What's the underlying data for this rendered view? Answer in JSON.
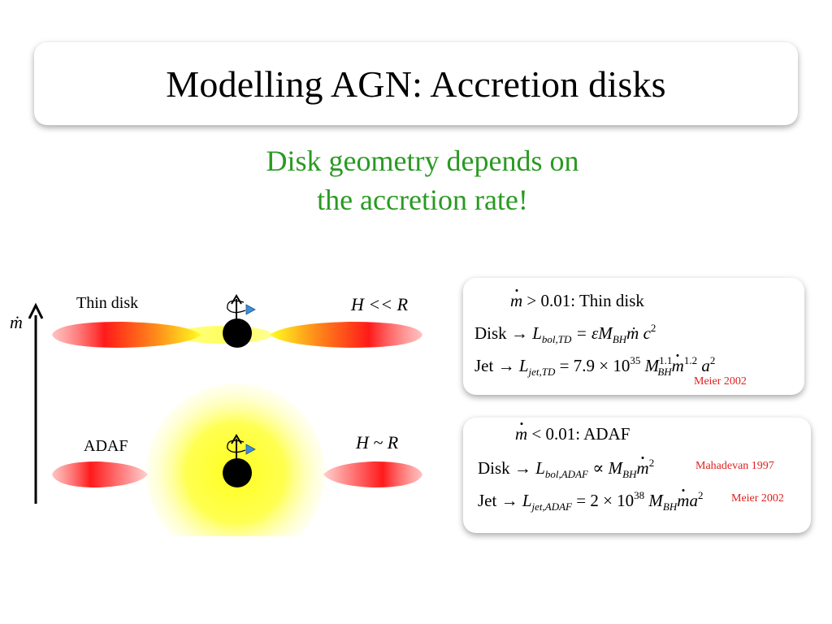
{
  "slide": {
    "title": "Modelling AGN: Accretion disks",
    "subtitle_line1": "Disk geometry depends on",
    "subtitle_line2": "the accretion rate!"
  },
  "diagram": {
    "axis_label": "ṁ",
    "thin_disk_label": "Thin disk",
    "thin_disk_relation": "H << R",
    "adaf_label": "ADAF",
    "adaf_relation": "H ~ R"
  },
  "thin_box": {
    "condition": "> 0.01:  Thin disk",
    "disk_prefix": "Disk → ",
    "disk_formula": "L",
    "disk_sub": "bol,TD",
    "disk_rest": " = εM",
    "disk_sub2": "BH",
    "disk_tail": "ṁ c",
    "disk_sup": "2",
    "jet_prefix": "Jet → ",
    "jet_formula": "L",
    "jet_sub": "jet,TD",
    "jet_rest": " = 7.9 × 10",
    "jet_sup": "35",
    "jet_m": " M",
    "jet_m_sup": "1.1",
    "jet_m_sub": "BH",
    "jet_mdot_sup": "1.2",
    "jet_a": " a",
    "jet_a_sup": "2",
    "ref": "Meier 2002"
  },
  "adaf_box": {
    "condition": "< 0.01:  ADAF",
    "disk_prefix": "Disk → ",
    "disk_formula": "L",
    "disk_sub": "bol,ADAF",
    "disk_rest": " ∝ M",
    "disk_sub2": "BH",
    "disk_sup": "2",
    "disk_ref": "Mahadevan 1997",
    "jet_prefix": "Jet → ",
    "jet_formula": "L",
    "jet_sub": "jet,ADAF",
    "jet_rest": " = 2 × 10",
    "jet_sup": "38",
    "jet_m": " M",
    "jet_m_sub": "BH",
    "jet_a": "a",
    "jet_a_sup": "2",
    "jet_ref": "Meier 2002"
  },
  "colors": {
    "title_green": "#2a9a22",
    "reference_red": "#e02020",
    "disk_red": "#ff1a1a",
    "disk_yellow": "#ffff20",
    "spin_arrow_blue": "#3a8fd8"
  }
}
